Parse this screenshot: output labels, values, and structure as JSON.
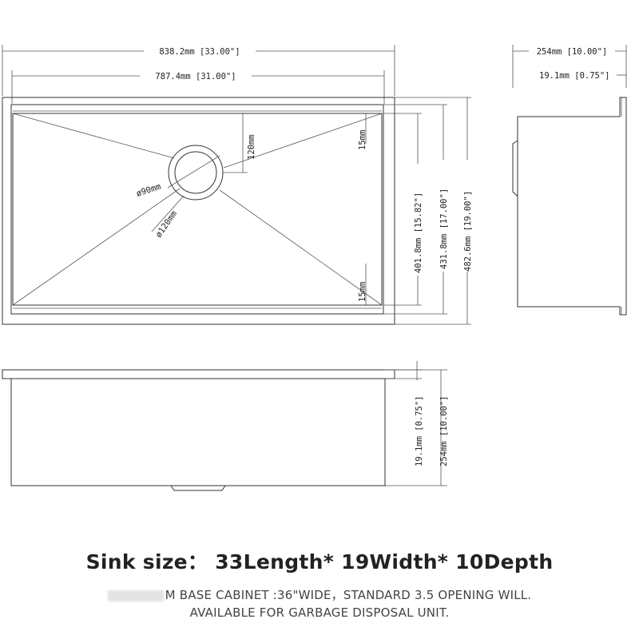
{
  "top_view": {
    "overall_width": "838.2mm [33.00\"]",
    "inner_width": "787.4mm [31.00\"]",
    "bowl_depth_front": "401.8mm [15.82\"]",
    "inner_length": "431.8mm [17.00\"]",
    "overall_length": "482.6mm [19.00\"]",
    "drain_offset": "120mm",
    "corner_radius_top": "15mm",
    "corner_radius_bottom": "15mm",
    "drain_diameter": "ø90mm",
    "flange_diameter": "ø120mm"
  },
  "side_view": {
    "overall_depth": "254mm [10.00\"]",
    "flange_thickness": "19.1mm [0.75\"]"
  },
  "front_view": {
    "flange_thickness": "19.1mm [0.75\"]",
    "overall_depth": "254mm [10.00\"]"
  },
  "caption": {
    "title": "Sink size： 33Length* 19Width* 10Depth",
    "note_line1": "M BASE CABINET :36\"WIDE，STANDARD 3.5 OPENING WILL.",
    "note_line2": "AVAILABLE FOR GARBAGE DISPOSAL UNIT."
  }
}
